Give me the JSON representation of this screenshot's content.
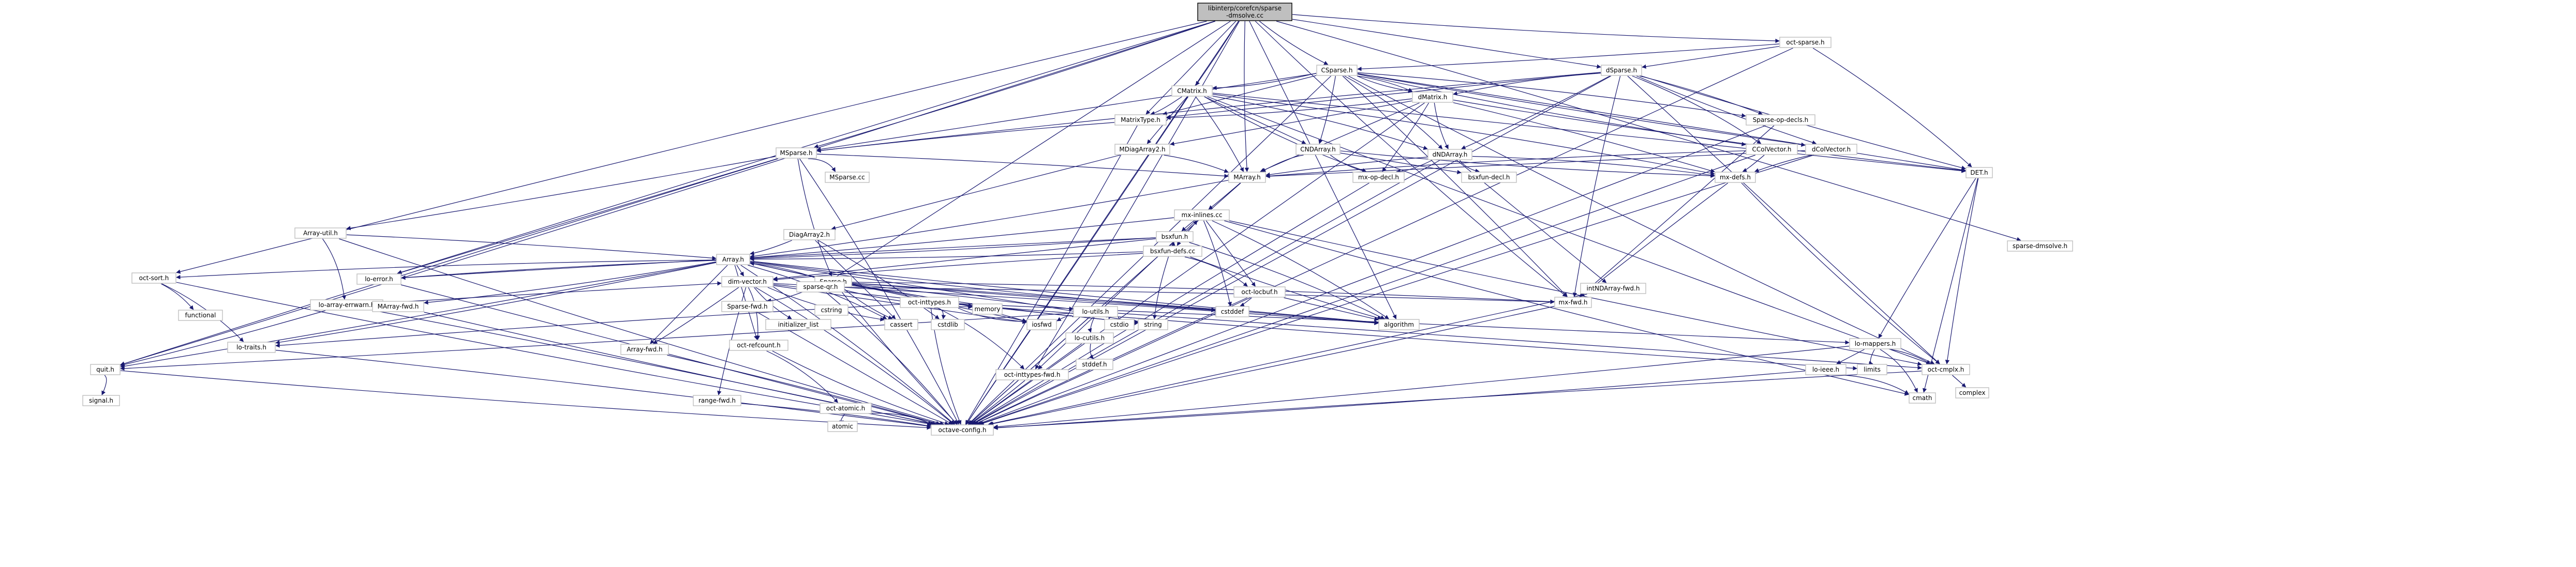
{
  "diagram": {
    "root": "libinterp/corefcn/sparse-dmsolve.cc",
    "nodes": [
      {
        "id": "root",
        "label": [
          "libinterp/corefcn/sparse",
          "-dmsolve.cc"
        ]
      },
      {
        "id": "oct_sparse",
        "label": [
          "oct-sparse.h"
        ]
      },
      {
        "id": "csparse",
        "label": [
          "CSparse.h"
        ]
      },
      {
        "id": "dsparse",
        "label": [
          "dSparse.h"
        ]
      },
      {
        "id": "sparse_dmsolve",
        "label": [
          "sparse-dmsolve.h"
        ]
      },
      {
        "id": "cmatrix",
        "label": [
          "CMatrix.h"
        ]
      },
      {
        "id": "dmatrix",
        "label": [
          "dMatrix.h"
        ]
      },
      {
        "id": "matrixtype",
        "label": [
          "MatrixType.h"
        ]
      },
      {
        "id": "sparse_op_decls",
        "label": [
          "Sparse-op-decls.h"
        ]
      },
      {
        "id": "mdiagarray2",
        "label": [
          "MDiagArray2.h"
        ]
      },
      {
        "id": "cndarray",
        "label": [
          "CNDArray.h"
        ]
      },
      {
        "id": "dndarray",
        "label": [
          "dNDArray.h"
        ]
      },
      {
        "id": "ccolvector",
        "label": [
          "CColVector.h"
        ]
      },
      {
        "id": "dcolvector",
        "label": [
          "dColVector.h"
        ]
      },
      {
        "id": "dim_vector_h",
        "label": [
          "DET.h"
        ]
      },
      {
        "id": "msparse",
        "label": [
          "MSparse.h"
        ]
      },
      {
        "id": "msparse_cc",
        "label": [
          "MSparse.cc"
        ]
      },
      {
        "id": "marray",
        "label": [
          "MArray.h"
        ]
      },
      {
        "id": "mx_op_decl",
        "label": [
          "mx-op-decl.h"
        ]
      },
      {
        "id": "bsxfun_decl",
        "label": [
          "bsxfun-decl.h"
        ]
      },
      {
        "id": "mx_defs",
        "label": [
          "mx-defs.h"
        ]
      },
      {
        "id": "diagarray2",
        "label": [
          "DiagArray2.h"
        ]
      },
      {
        "id": "mx_inlines",
        "label": [
          "mx-inlines.cc"
        ]
      },
      {
        "id": "array_util",
        "label": [
          "Array-util.h"
        ]
      },
      {
        "id": "bsxfun",
        "label": [
          "bsxfun.h"
        ]
      },
      {
        "id": "bsxfun_defs",
        "label": [
          "bsxfun-defs.cc"
        ]
      },
      {
        "id": "intndarray_fwd",
        "label": [
          "intNDArray-fwd.h"
        ]
      },
      {
        "id": "array",
        "label": [
          "Array.h"
        ]
      },
      {
        "id": "lo_error",
        "label": [
          "lo-error.h"
        ]
      },
      {
        "id": "oct_sort",
        "label": [
          "oct-sort.h"
        ]
      },
      {
        "id": "lo_array_errwarn",
        "label": [
          "lo-array-errwarn.h"
        ]
      },
      {
        "id": "dim_vector",
        "label": [
          "dim-vector.h"
        ]
      },
      {
        "id": "sparse_h",
        "label": [
          "Sparse.h"
        ]
      },
      {
        "id": "sparse_qr",
        "label": [
          "sparse-qr.h"
        ]
      },
      {
        "id": "oct_locbuf",
        "label": [
          "oct-locbuf.h"
        ]
      },
      {
        "id": "oct_inttypes",
        "label": [
          "oct-inttypes.h"
        ]
      },
      {
        "id": "marray_fwd",
        "label": [
          "MArray-fwd.h"
        ]
      },
      {
        "id": "sparse_fwd",
        "label": [
          "Sparse-fwd.h"
        ]
      },
      {
        "id": "array_fwd",
        "label": [
          "Array-fwd.h"
        ]
      },
      {
        "id": "oct_refcount",
        "label": [
          "oct-refcount.h"
        ]
      },
      {
        "id": "lo_utils",
        "label": [
          "lo-utils.h"
        ]
      },
      {
        "id": "lo_traits",
        "label": [
          "lo-traits.h"
        ]
      },
      {
        "id": "quit",
        "label": [
          "quit.h"
        ]
      },
      {
        "id": "mx_fwd",
        "label": [
          "mx-fwd.h"
        ]
      },
      {
        "id": "lo_mappers",
        "label": [
          "lo-mappers.h"
        ]
      },
      {
        "id": "oct_cmplx",
        "label": [
          "oct-cmplx.h"
        ]
      },
      {
        "id": "lo_ieee",
        "label": [
          "lo-ieee.h"
        ]
      },
      {
        "id": "lo_cutils",
        "label": [
          "lo-cutils.h"
        ]
      },
      {
        "id": "range_fwd",
        "label": [
          "range-fwd.h"
        ]
      },
      {
        "id": "oct_atomic",
        "label": [
          "oct-atomic.h"
        ]
      },
      {
        "id": "oct_inttypes_fwd",
        "label": [
          "oct-inttypes-fwd.h"
        ]
      },
      {
        "id": "octave_config",
        "label": [
          "octave-config.h"
        ]
      },
      {
        "id": "functional",
        "label": [
          "functional"
        ]
      },
      {
        "id": "cassert",
        "label": [
          "cassert"
        ]
      },
      {
        "id": "cstddef",
        "label": [
          "cstddef"
        ]
      },
      {
        "id": "algorithm",
        "label": [
          "algorithm"
        ]
      },
      {
        "id": "iosfwd",
        "label": [
          "iosfwd"
        ]
      },
      {
        "id": "string",
        "label": [
          "string"
        ]
      },
      {
        "id": "memory",
        "label": [
          "memory"
        ]
      },
      {
        "id": "cstring",
        "label": [
          "cstring"
        ]
      },
      {
        "id": "initializer_list",
        "label": [
          "initializer_list"
        ]
      },
      {
        "id": "cstdlib",
        "label": [
          "cstdlib"
        ]
      },
      {
        "id": "cstdio",
        "label": [
          "cstdio"
        ]
      },
      {
        "id": "limits",
        "label": [
          "limits"
        ]
      },
      {
        "id": "cmath",
        "label": [
          "cmath"
        ]
      },
      {
        "id": "complex",
        "label": [
          "complex"
        ]
      },
      {
        "id": "atomic",
        "label": [
          "atomic"
        ]
      },
      {
        "id": "signal",
        "label": [
          "signal.h"
        ]
      },
      {
        "id": "stddef",
        "label": [
          "stddef.h"
        ]
      }
    ],
    "edges": [
      [
        "root",
        "oct_sparse"
      ],
      [
        "root",
        "csparse"
      ],
      [
        "root",
        "dsparse"
      ],
      [
        "root",
        "sparse_dmsolve"
      ],
      [
        "root",
        "matrixtype"
      ],
      [
        "root",
        "msparse"
      ],
      [
        "root",
        "marray"
      ],
      [
        "root",
        "sparse_qr"
      ],
      [
        "root",
        "lo_error"
      ],
      [
        "root",
        "oct_sort"
      ],
      [
        "root",
        "quit"
      ],
      [
        "root",
        "octave_config"
      ],
      [
        "root",
        "algorithm"
      ],
      [
        "root",
        "cmatrix"
      ],
      [
        "root",
        "oct_inttypes_fwd"
      ],
      [
        "root",
        "mx_fwd"
      ],
      [
        "oct_sparse",
        "csparse"
      ],
      [
        "oct_sparse",
        "dsparse"
      ],
      [
        "oct_sparse",
        "octave_config"
      ],
      [
        "oct_sparse",
        "dim_vector_h"
      ],
      [
        "csparse",
        "cmatrix"
      ],
      [
        "csparse",
        "dmatrix"
      ],
      [
        "csparse",
        "matrixtype"
      ],
      [
        "csparse",
        "cndarray"
      ],
      [
        "csparse",
        "dndarray"
      ],
      [
        "csparse",
        "ccolvector"
      ],
      [
        "csparse",
        "dcolvector"
      ],
      [
        "csparse",
        "msparse"
      ],
      [
        "csparse",
        "mx_fwd"
      ],
      [
        "csparse",
        "sparse_op_decls"
      ],
      [
        "csparse",
        "oct_cmplx"
      ],
      [
        "csparse",
        "octave_config"
      ],
      [
        "csparse",
        "dim_vector_h"
      ],
      [
        "csparse",
        "dmatrix"
      ],
      [
        "dsparse",
        "dmatrix"
      ],
      [
        "dsparse",
        "dndarray"
      ],
      [
        "dsparse",
        "dcolvector"
      ],
      [
        "dsparse",
        "matrixtype"
      ],
      [
        "dsparse",
        "sparse_op_decls"
      ],
      [
        "dsparse",
        "msparse"
      ],
      [
        "dsparse",
        "mx_fwd"
      ],
      [
        "dsparse",
        "dim_vector_h"
      ],
      [
        "dsparse",
        "oct_cmplx"
      ],
      [
        "dsparse",
        "octave_config"
      ],
      [
        "dsparse",
        "ccolvector"
      ],
      [
        "cmatrix",
        "matrixtype"
      ],
      [
        "cmatrix",
        "mdiagarray2"
      ],
      [
        "cmatrix",
        "cndarray"
      ],
      [
        "cmatrix",
        "marray"
      ],
      [
        "cmatrix",
        "mx_defs"
      ],
      [
        "cmatrix",
        "mx_op_decl"
      ],
      [
        "cmatrix",
        "oct_cmplx"
      ],
      [
        "cmatrix",
        "dim_vector_h"
      ],
      [
        "cmatrix",
        "octave_config"
      ],
      [
        "cmatrix",
        "dndarray"
      ],
      [
        "dmatrix",
        "matrixtype"
      ],
      [
        "dmatrix",
        "dndarray"
      ],
      [
        "dmatrix",
        "marray"
      ],
      [
        "dmatrix",
        "mx_defs"
      ],
      [
        "dmatrix",
        "mx_op_decl"
      ],
      [
        "dmatrix",
        "dim_vector_h"
      ],
      [
        "dmatrix",
        "octave_config"
      ],
      [
        "dmatrix",
        "mdiagarray2"
      ],
      [
        "matrixtype",
        "msparse"
      ],
      [
        "matrixtype",
        "octave_config"
      ],
      [
        "sparse_op_decls",
        "mx_fwd"
      ],
      [
        "sparse_op_decls",
        "octave_config"
      ],
      [
        "mdiagarray2",
        "diagarray2"
      ],
      [
        "mdiagarray2",
        "marray"
      ],
      [
        "cndarray",
        "marray"
      ],
      [
        "cndarray",
        "mx_defs"
      ],
      [
        "cndarray",
        "mx_op_decl"
      ],
      [
        "cndarray",
        "bsxfun_decl"
      ],
      [
        "dndarray",
        "marray"
      ],
      [
        "dndarray",
        "mx_defs"
      ],
      [
        "dndarray",
        "mx_op_decl"
      ],
      [
        "dndarray",
        "bsxfun_decl"
      ],
      [
        "dndarray",
        "intndarray_fwd"
      ],
      [
        "dndarray",
        "octave_config"
      ],
      [
        "ccolvector",
        "marray"
      ],
      [
        "ccolvector",
        "mx_defs"
      ],
      [
        "ccolvector",
        "octave_config"
      ],
      [
        "dcolvector",
        "marray"
      ],
      [
        "dcolvector",
        "mx_defs"
      ],
      [
        "dcolvector",
        "octave_config"
      ],
      [
        "dim_vector_h",
        "lo_mappers"
      ],
      [
        "dim_vector_h",
        "oct_cmplx"
      ],
      [
        "dim_vector_h",
        "cmath"
      ],
      [
        "msparse",
        "marray"
      ],
      [
        "msparse",
        "msparse_cc"
      ],
      [
        "msparse",
        "sparse_h"
      ],
      [
        "msparse",
        "array_util"
      ],
      [
        "msparse",
        "lo_error"
      ],
      [
        "msparse",
        "quit"
      ],
      [
        "msparse",
        "octave_config"
      ],
      [
        "marray",
        "array"
      ],
      [
        "marray",
        "mx_inlines"
      ],
      [
        "marray",
        "octave_config"
      ],
      [
        "mx_op_decl",
        "octave_config"
      ],
      [
        "mx_defs",
        "mx_fwd"
      ],
      [
        "mx_defs",
        "oct_cmplx"
      ],
      [
        "diagarray2",
        "array"
      ],
      [
        "diagarray2",
        "cassert"
      ],
      [
        "diagarray2",
        "cstdlib"
      ],
      [
        "mx_inlines",
        "bsxfun"
      ],
      [
        "mx_inlines",
        "bsxfun_defs"
      ],
      [
        "mx_inlines",
        "array"
      ],
      [
        "mx_inlines",
        "oct_locbuf"
      ],
      [
        "mx_inlines",
        "cstddef"
      ],
      [
        "mx_inlines",
        "algorithm"
      ],
      [
        "mx_inlines",
        "cmath"
      ],
      [
        "mx_inlines",
        "oct_cmplx"
      ],
      [
        "mx_inlines",
        "oct_inttypes_fwd"
      ],
      [
        "array_util",
        "array"
      ],
      [
        "array_util",
        "lo_array_errwarn"
      ],
      [
        "array_util",
        "octave_config"
      ],
      [
        "bsxfun",
        "array"
      ],
      [
        "bsxfun",
        "dim_vector"
      ],
      [
        "bsxfun",
        "lo_error"
      ],
      [
        "bsxfun",
        "algorithm"
      ],
      [
        "bsxfun",
        "string"
      ],
      [
        "bsxfun_defs",
        "array"
      ],
      [
        "bsxfun_defs",
        "bsxfun"
      ],
      [
        "bsxfun_defs",
        "dim_vector"
      ],
      [
        "bsxfun_defs",
        "oct_locbuf"
      ],
      [
        "bsxfun_defs",
        "mx_inlines"
      ],
      [
        "bsxfun_defs",
        "algorithm"
      ],
      [
        "array",
        "dim_vector"
      ],
      [
        "array",
        "lo_error"
      ],
      [
        "array",
        "oct_sort"
      ],
      [
        "array",
        "lo_traits"
      ],
      [
        "array",
        "quit"
      ],
      [
        "array",
        "oct_refcount"
      ],
      [
        "array",
        "array_fwd"
      ],
      [
        "array",
        "cassert"
      ],
      [
        "array",
        "cstddef"
      ],
      [
        "array",
        "algorithm"
      ],
      [
        "array",
        "iosfwd"
      ],
      [
        "array",
        "string"
      ],
      [
        "array",
        "octave_config"
      ],
      [
        "array",
        "marray_fwd"
      ],
      [
        "array",
        "memory"
      ],
      [
        "lo_error",
        "octave_config"
      ],
      [
        "oct_sort",
        "functional"
      ],
      [
        "oct_sort",
        "lo_traits"
      ],
      [
        "oct_sort",
        "octave_config"
      ],
      [
        "lo_array_errwarn",
        "quit"
      ],
      [
        "lo_array_errwarn",
        "dim_vector"
      ],
      [
        "lo_array_errwarn",
        "octave_config"
      ],
      [
        "dim_vector",
        "oct_refcount"
      ],
      [
        "dim_vector",
        "cassert"
      ],
      [
        "dim_vector",
        "initializer_list"
      ],
      [
        "dim_vector",
        "string"
      ],
      [
        "dim_vector",
        "algorithm"
      ],
      [
        "dim_vector",
        "octave_config"
      ],
      [
        "dim_vector",
        "array_fwd"
      ],
      [
        "dim_vector",
        "range_fwd"
      ],
      [
        "dim_vector",
        "iosfwd"
      ],
      [
        "sparse_h",
        "array"
      ],
      [
        "sparse_h",
        "mx_fwd"
      ],
      [
        "sparse_h",
        "sparse_fwd"
      ],
      [
        "sparse_h",
        "cassert"
      ],
      [
        "sparse_h",
        "cstddef"
      ],
      [
        "sparse_h",
        "algorithm"
      ],
      [
        "sparse_h",
        "iosfwd"
      ],
      [
        "sparse_h",
        "string"
      ],
      [
        "sparse_h",
        "octave_config"
      ],
      [
        "sparse_h",
        "lo_utils"
      ],
      [
        "sparse_qr",
        "mx_fwd"
      ],
      [
        "sparse_qr",
        "octave_config"
      ],
      [
        "sparse_qr",
        "memory"
      ],
      [
        "oct_locbuf",
        "cstddef"
      ],
      [
        "oct_locbuf",
        "algorithm"
      ],
      [
        "oct_locbuf",
        "octave_config"
      ],
      [
        "oct_inttypes",
        "cstdlib"
      ],
      [
        "oct_inttypes",
        "iosfwd"
      ],
      [
        "oct_inttypes",
        "limits"
      ],
      [
        "oct_inttypes",
        "lo_mappers"
      ],
      [
        "oct_inttypes",
        "lo_traits"
      ],
      [
        "oct_inttypes",
        "oct_inttypes_fwd"
      ],
      [
        "oct_inttypes",
        "octave_config"
      ],
      [
        "marray_fwd",
        "octave_config"
      ],
      [
        "sparse_fwd",
        "octave_config"
      ],
      [
        "array_fwd",
        "octave_config"
      ],
      [
        "oct_refcount",
        "oct_atomic"
      ],
      [
        "oct_refcount",
        "octave_config"
      ],
      [
        "lo_utils",
        "lo_cutils"
      ],
      [
        "lo_utils",
        "oct_cmplx"
      ],
      [
        "lo_utils",
        "cstdio"
      ],
      [
        "lo_utils",
        "iosfwd"
      ],
      [
        "lo_utils",
        "string"
      ],
      [
        "lo_utils",
        "quit"
      ],
      [
        "lo_utils",
        "octave_config"
      ],
      [
        "lo_traits",
        "octave_config"
      ],
      [
        "quit",
        "signal"
      ],
      [
        "quit",
        "octave_config"
      ],
      [
        "mx_fwd",
        "octave_config"
      ],
      [
        "lo_mappers",
        "lo_ieee"
      ],
      [
        "lo_mappers",
        "oct_cmplx"
      ],
      [
        "lo_mappers",
        "cmath"
      ],
      [
        "lo_mappers",
        "limits"
      ],
      [
        "lo_mappers",
        "octave_config"
      ],
      [
        "oct_cmplx",
        "complex"
      ],
      [
        "oct_cmplx",
        "octave_config"
      ],
      [
        "lo_ieee",
        "cmath"
      ],
      [
        "lo_ieee",
        "octave_config"
      ],
      [
        "lo_cutils",
        "stddef"
      ],
      [
        "lo_cutils",
        "octave_config"
      ],
      [
        "range_fwd",
        "octave_config"
      ],
      [
        "oct_atomic",
        "octave_config"
      ],
      [
        "oct_atomic",
        "atomic"
      ],
      [
        "oct_inttypes_fwd",
        "octave_config"
      ],
      [
        "intndarray_fwd",
        "octave_config"
      ]
    ]
  }
}
